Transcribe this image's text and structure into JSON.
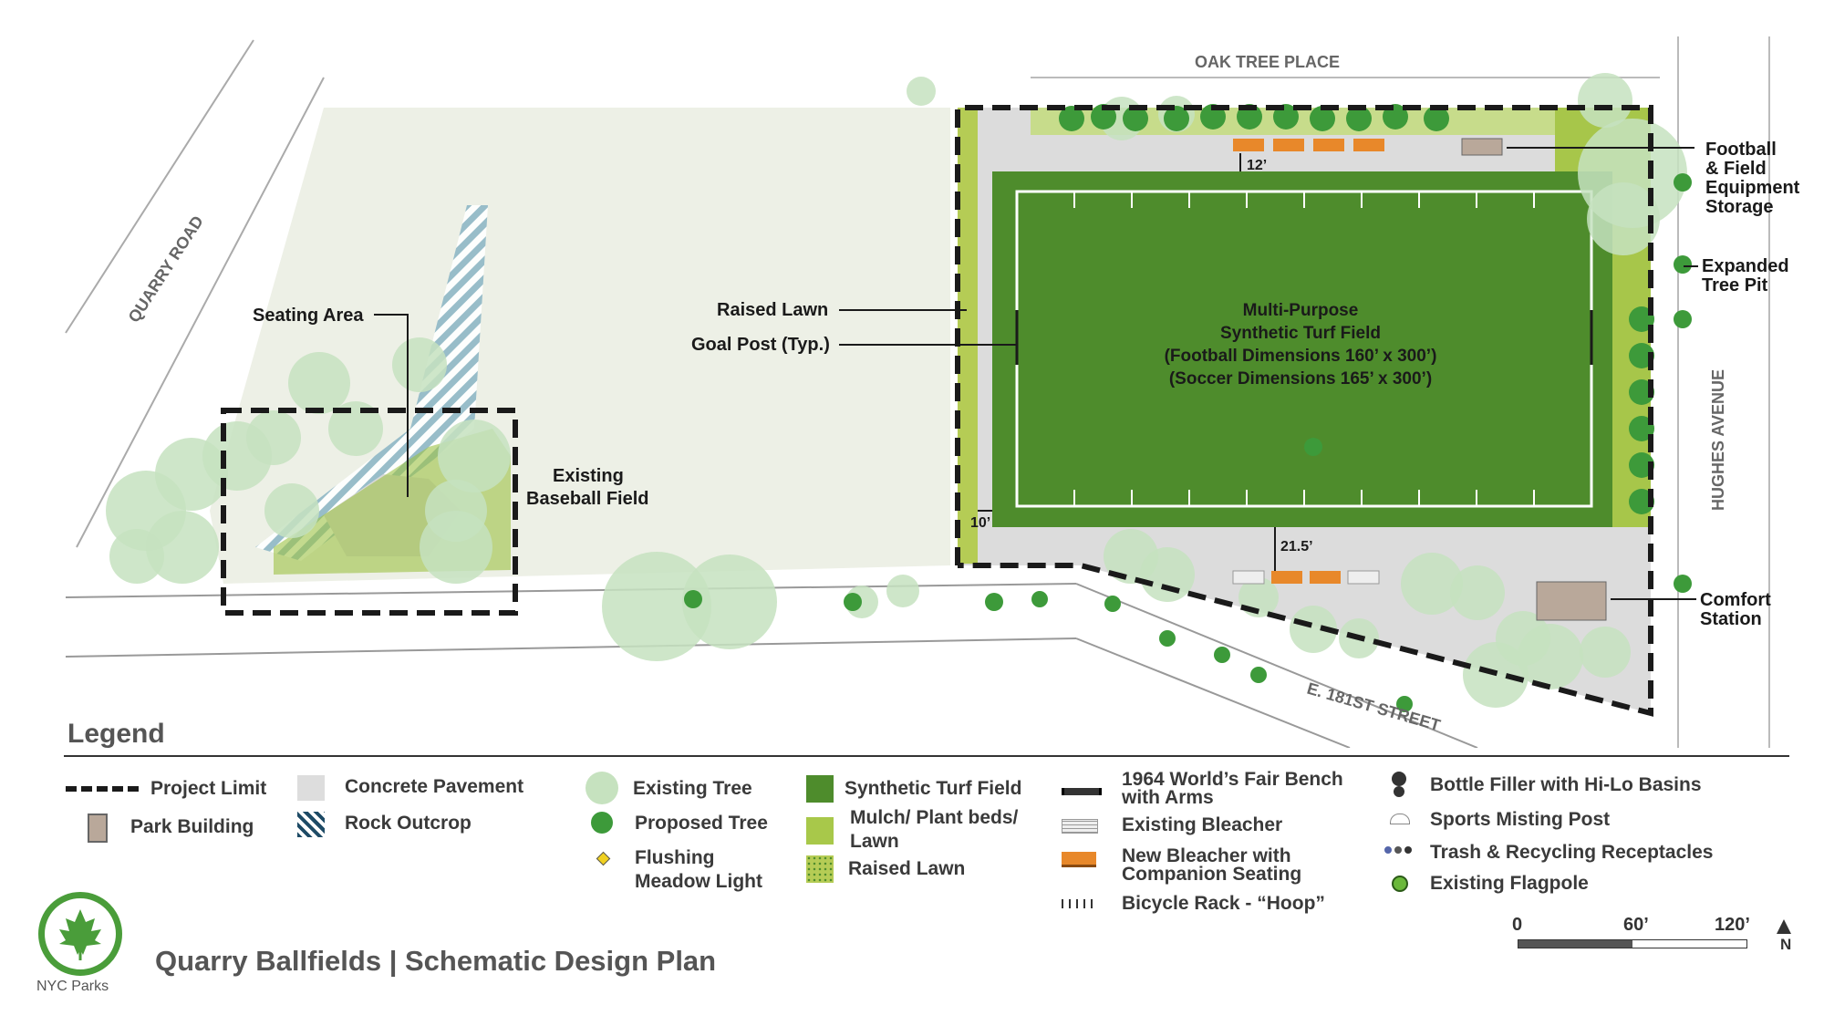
{
  "streets": {
    "quarry_road": "QUARRY ROAD",
    "oak_tree_place": "OAK TREE PLACE",
    "hughes_avenue": "HUGHES AVENUE",
    "e181": "E. 181ST STREET"
  },
  "callouts": {
    "seating_area": "Seating Area",
    "raised_lawn": "Raised Lawn",
    "goal_post": "Goal Post (Typ.)",
    "existing_baseball_line1": "Existing",
    "existing_baseball_line2": "Baseball Field",
    "storage_line1": "Football",
    "storage_line2": "& Field",
    "storage_line3": "Equipment",
    "storage_line4": "Storage",
    "tree_pit_line1": "Expanded",
    "tree_pit_line2": "Tree Pit",
    "comfort_line1": "Comfort",
    "comfort_line2": "Station"
  },
  "field": {
    "line1": "Multi-Purpose",
    "line2": "Synthetic Turf Field",
    "line3": "(Football Dimensions 160’ x 300’)",
    "line4": "(Soccer Dimensions 165’ x 300’)",
    "dim_top": "12’",
    "dim_left": "10’",
    "dim_bottom": "21.5’"
  },
  "legend": {
    "title": "Legend",
    "project_limit": "Project Limit",
    "park_building": "Park Building",
    "concrete_pavement": "Concrete Pavement",
    "rock_outcrop": "Rock Outcrop",
    "existing_tree": "Existing Tree",
    "proposed_tree": "Proposed Tree",
    "flushing_light_line1": "Flushing",
    "flushing_light_line2": "Meadow Light",
    "synthetic_turf": "Synthetic Turf Field",
    "mulch_line1": "Mulch/ Plant beds/",
    "mulch_line2": "Lawn",
    "raised_lawn": "Raised Lawn",
    "bench_line1": "1964 World’s Fair Bench",
    "bench_line2": "with Arms",
    "existing_bleacher": "Existing Bleacher",
    "new_bleacher_line1": "New Bleacher with",
    "new_bleacher_line2": "Companion Seating",
    "bike_rack": "Bicycle Rack - “Hoop”",
    "bottle_filler": "Bottle Filler with Hi-Lo Basins",
    "misting_post": "Sports Misting Post",
    "trash": "Trash & Recycling Receptacles",
    "flagpole": "Existing Flagpole"
  },
  "scale": {
    "zero": "0",
    "mid": "60’",
    "max": "120’",
    "north": "N"
  },
  "footer": {
    "title": "Quarry Ballfields  |  Schematic Design Plan",
    "logo_text": "NYC Parks"
  },
  "colors": {
    "turf": "#4e8c2c",
    "lawn": "#e8ecdf",
    "mulch": "#a8c84a",
    "existing_tree": "#c6e2bf",
    "proposed_tree": "#3d9a3a",
    "bleacher_new": "#e8882a",
    "concrete": "#dddddd"
  }
}
